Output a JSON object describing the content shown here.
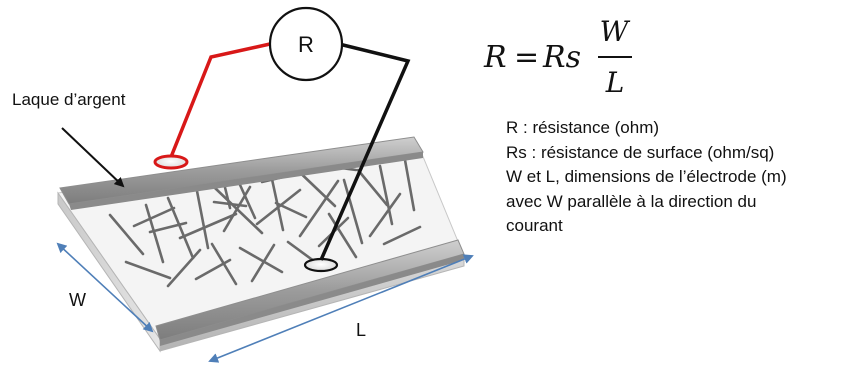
{
  "labels": {
    "laque": "Laque d’argent",
    "w": "W",
    "l": "L",
    "resistor": "R"
  },
  "formula": {
    "lhs": "R",
    "equals": "=",
    "coef": "Rs",
    "numerator": "W",
    "denominator": "L"
  },
  "legend": [
    "R : résistance (ohm)",
    "Rs : résistance de surface (ohm/sq)",
    "W et L, dimensions de l’électrode (m)",
    "avec W parallèle à la direction du",
    "courant"
  ],
  "colors": {
    "red_wire": "#d81818",
    "black_wire": "#111111",
    "dimension_arrow": "#4f7fb8",
    "electrode": "#a9a9a9",
    "nanowire": "#666666"
  }
}
